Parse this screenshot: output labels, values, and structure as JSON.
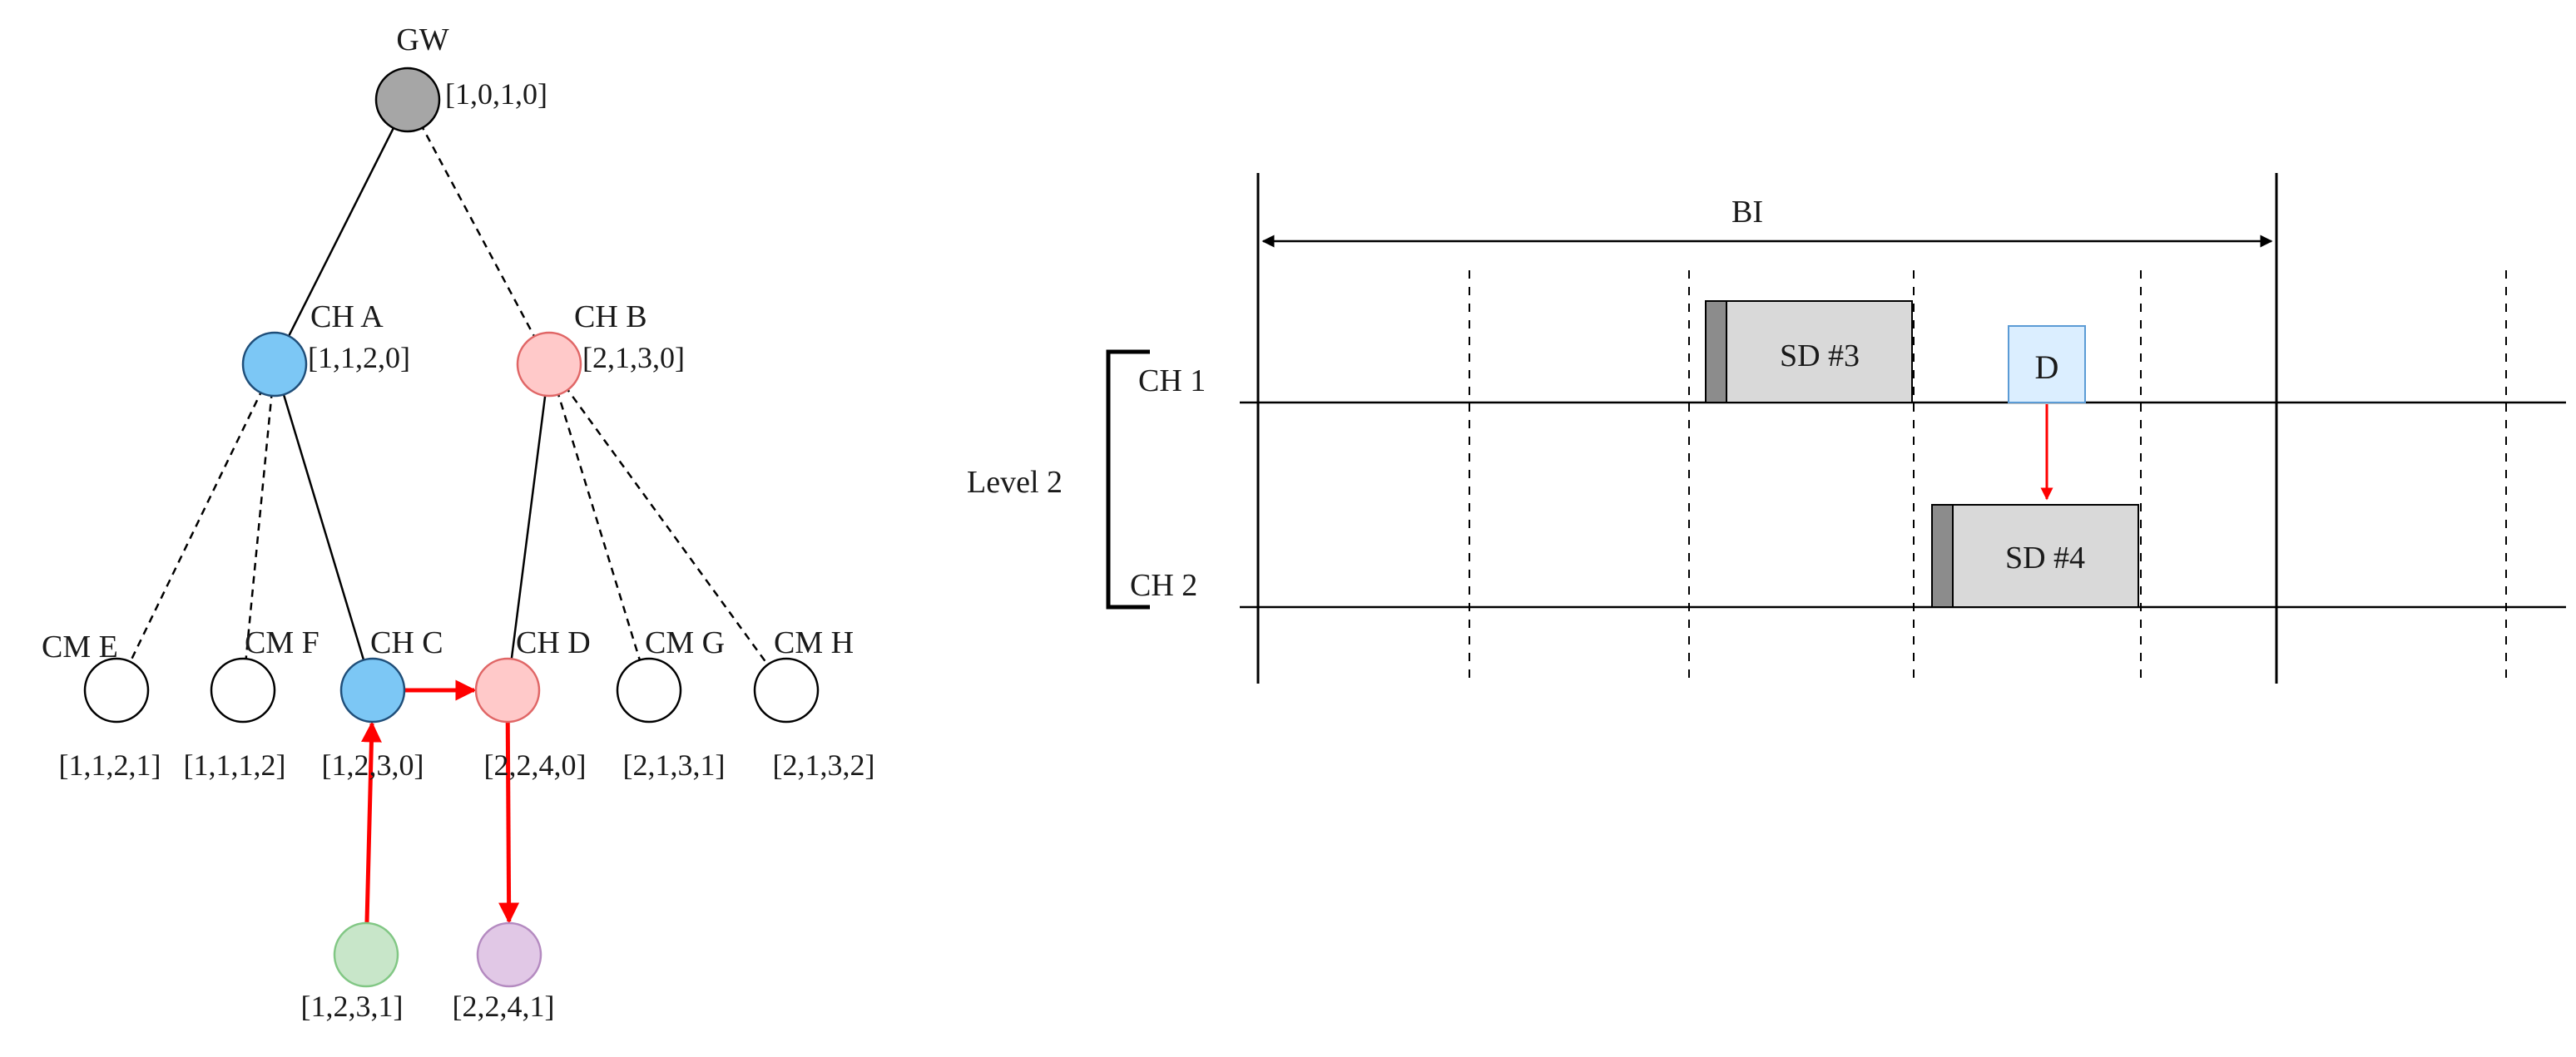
{
  "colors": {
    "gateway": "#a6a6a6",
    "cluster_one": "#7cc7f5",
    "cluster_two": "#ffc9c9",
    "member": "#ffffff",
    "source_node": "#c8e6c9",
    "dest_node": "#e1c8e6",
    "path": "#ff0000",
    "slot_fill": "#d9d9d9",
    "slot_marker": "#8c8c8c",
    "data_box": "#dbeeff"
  },
  "tree": {
    "nodes": [
      {
        "id": "gw",
        "label": "GW",
        "addr": "[1,0,1,0]",
        "color_key": "gateway"
      },
      {
        "id": "cha",
        "label": "CH A",
        "addr": "[1,1,2,0]",
        "color_key": "cluster_one"
      },
      {
        "id": "chb",
        "label": "CH B",
        "addr": "[2,1,3,0]",
        "color_key": "cluster_two"
      },
      {
        "id": "cme",
        "label": "CM E",
        "addr": "[1,1,2,1]",
        "color_key": "member"
      },
      {
        "id": "cmf",
        "label": "CM F",
        "addr": "[1,1,1,2]",
        "color_key": "member"
      },
      {
        "id": "chc",
        "label": "CH C",
        "addr": "[1,2,3,0]",
        "color_key": "cluster_one"
      },
      {
        "id": "chd",
        "label": "CH D",
        "addr": "[2,2,4,0]",
        "color_key": "cluster_two"
      },
      {
        "id": "cmg",
        "label": "CM G",
        "addr": "[2,1,3,1]",
        "color_key": "member"
      },
      {
        "id": "cmh",
        "label": "CM H",
        "addr": "[2,1,3,2]",
        "color_key": "member"
      },
      {
        "id": "src",
        "label": "",
        "addr": "[1,2,3,1]",
        "color_key": "source_node"
      },
      {
        "id": "dst",
        "label": "",
        "addr": "[2,2,4,1]",
        "color_key": "dest_node"
      }
    ],
    "links": [
      {
        "from": "gw",
        "to": "cha",
        "style": "solid"
      },
      {
        "from": "gw",
        "to": "chb",
        "style": "dashed"
      },
      {
        "from": "cha",
        "to": "cme",
        "style": "dashed"
      },
      {
        "from": "cha",
        "to": "cmf",
        "style": "dashed"
      },
      {
        "from": "cha",
        "to": "chc",
        "style": "solid"
      },
      {
        "from": "chb",
        "to": "chd",
        "style": "solid"
      },
      {
        "from": "chb",
        "to": "cmg",
        "style": "dashed"
      },
      {
        "from": "chb",
        "to": "cmh",
        "style": "dashed"
      }
    ],
    "route": [
      {
        "from": "src",
        "to": "chc"
      },
      {
        "from": "chc",
        "to": "chd"
      },
      {
        "from": "chd",
        "to": "dst"
      }
    ]
  },
  "timing": {
    "interval_label": "BI",
    "group_label": "Level 2",
    "channels": [
      {
        "id": "ch1",
        "label": "CH 1"
      },
      {
        "id": "ch2",
        "label": "CH 2"
      }
    ],
    "slots": [
      {
        "id": "sd3",
        "label": "SD #3",
        "channel": "ch1"
      },
      {
        "id": "sd4",
        "label": "SD #4",
        "channel": "ch2"
      }
    ],
    "data_packet": {
      "label": "D",
      "from_channel": "ch1",
      "to_slot": "sd4"
    }
  }
}
